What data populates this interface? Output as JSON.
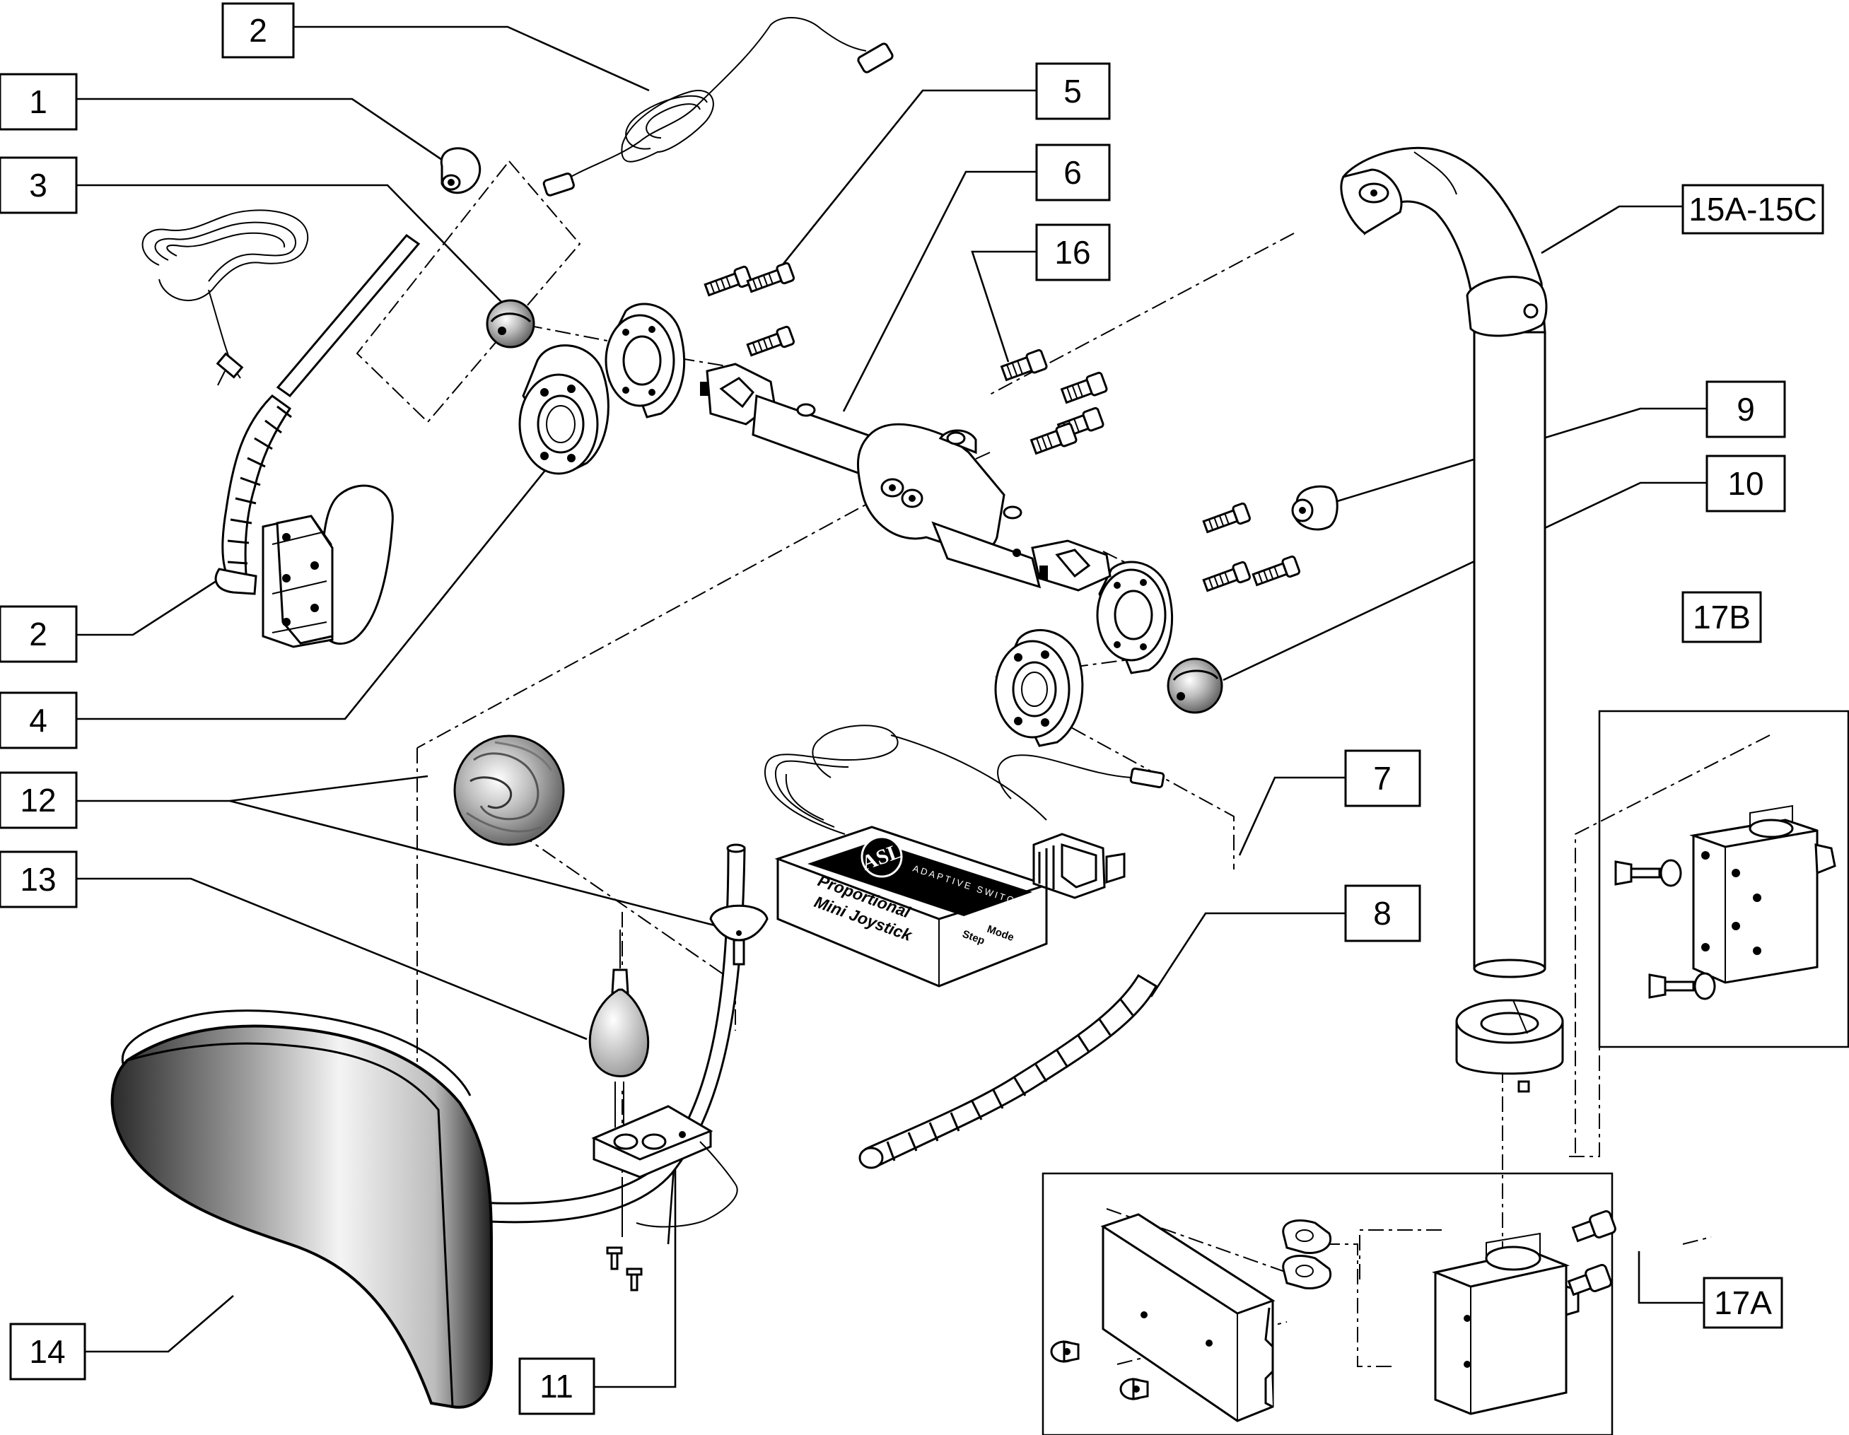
{
  "diagram": {
    "callouts": [
      {
        "id": "c1",
        "text": "1"
      },
      {
        "id": "c2a",
        "text": "2"
      },
      {
        "id": "c2b",
        "text": "2"
      },
      {
        "id": "c3",
        "text": "3"
      },
      {
        "id": "c4",
        "text": "4"
      },
      {
        "id": "c5",
        "text": "5"
      },
      {
        "id": "c6",
        "text": "6"
      },
      {
        "id": "c7",
        "text": "7"
      },
      {
        "id": "c8",
        "text": "8"
      },
      {
        "id": "c9",
        "text": "9"
      },
      {
        "id": "c10",
        "text": "10"
      },
      {
        "id": "c11",
        "text": "11"
      },
      {
        "id": "c12",
        "text": "12"
      },
      {
        "id": "c13",
        "text": "13"
      },
      {
        "id": "c14",
        "text": "14"
      },
      {
        "id": "c16",
        "text": "16"
      },
      {
        "id": "c15",
        "text": "15A-15C"
      },
      {
        "id": "c17a",
        "text": "17A"
      },
      {
        "id": "c17b",
        "text": "17B"
      }
    ],
    "joystick_box": {
      "logo": "ASL",
      "brand": "ADAPTIVE SWITCH",
      "line1": "Proportional",
      "line2": "Mini Joystick",
      "tag1": "Step",
      "tag2": "Mode"
    }
  }
}
